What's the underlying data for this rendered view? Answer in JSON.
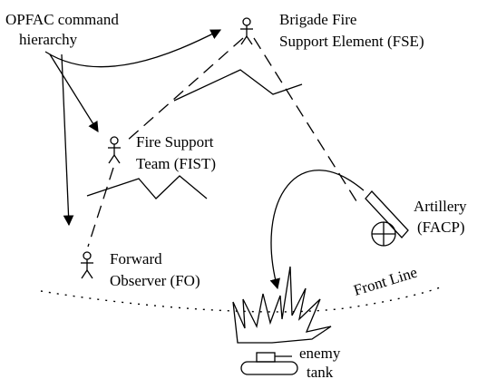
{
  "labels": {
    "hierarchy_line1": "OPFAC command",
    "hierarchy_line2": "hierarchy",
    "fse_line1": "Brigade Fire",
    "fse_line2": "Support Element (FSE)",
    "fist_line1": "Fire Support",
    "fist_line2": "Team (FIST)",
    "fo_line1": "Forward",
    "fo_line2": "Observer (FO)",
    "artillery_line1": "Artillery",
    "artillery_line2": "(FACP)",
    "front_line": "Front Line",
    "tank_line1": "enemy",
    "tank_line2": "tank"
  },
  "icons": {
    "figure": "stick-figure-icon",
    "artillery": "artillery-gun-icon",
    "tank": "tank-icon",
    "explosion": "explosion-icon"
  }
}
